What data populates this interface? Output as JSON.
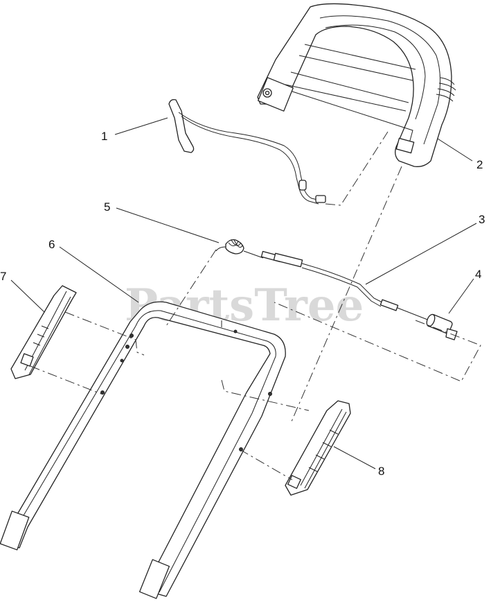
{
  "watermark": "PartsTree",
  "callouts": [
    {
      "id": "1",
      "label": "1"
    },
    {
      "id": "2",
      "label": "2"
    },
    {
      "id": "3",
      "label": "3"
    },
    {
      "id": "4",
      "label": "4"
    },
    {
      "id": "5",
      "label": "5"
    },
    {
      "id": "6",
      "label": "6"
    },
    {
      "id": "7",
      "label": "7"
    },
    {
      "id": "8",
      "label": "8"
    }
  ]
}
